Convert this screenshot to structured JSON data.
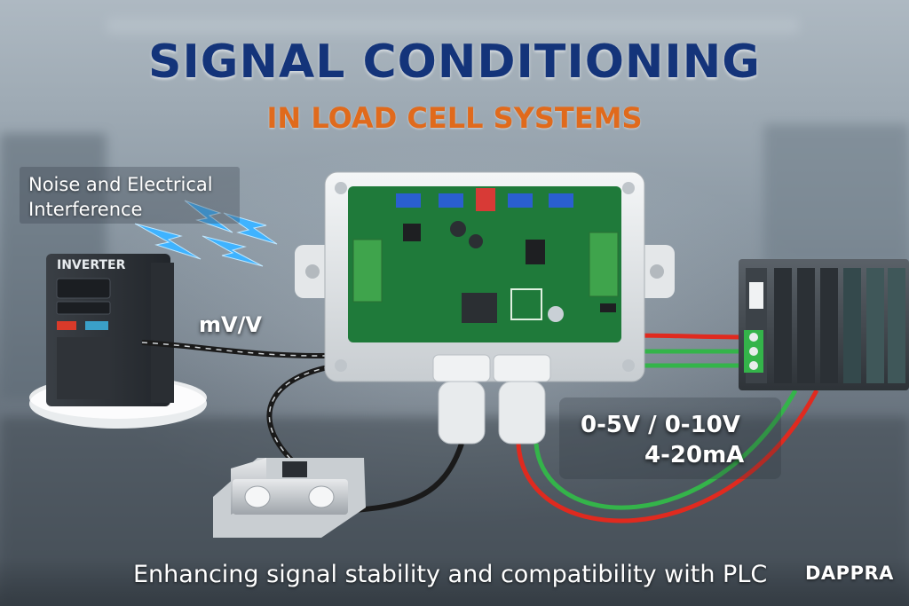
{
  "header": {
    "title": "SIGNAL CONDITIONING",
    "subtitle": "IN LOAD CELL SYSTEMS"
  },
  "callouts": {
    "noise": "Noise and Electrical Interference",
    "input_signal": "mV/V",
    "output_voltage": "0-5V / 0-10V",
    "output_current": "4-20mA"
  },
  "devices": {
    "inverter_label": "INVERTER"
  },
  "footer": {
    "tagline": "Enhancing signal stability and compatibility with PLC",
    "brand": "DAPPRA"
  },
  "colors": {
    "title": "#14347a",
    "subtitle": "#e06a1c",
    "pcb": "#1f7a3a",
    "wire_red": "#e02a1f",
    "wire_green": "#34b44a",
    "lightning": "#3fb3ff"
  }
}
